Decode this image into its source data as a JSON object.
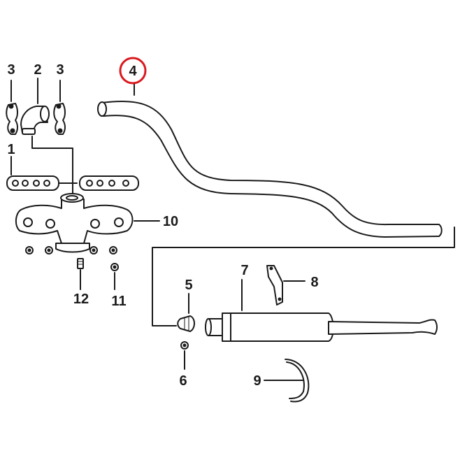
{
  "labels": {
    "l1": "1",
    "l2": "2",
    "l3a": "3",
    "l3b": "3",
    "l4": "4",
    "l5": "5",
    "l6": "6",
    "l7": "7",
    "l8": "8",
    "l9": "9",
    "l10": "10",
    "l11": "11",
    "l12": "12"
  },
  "highlight": {
    "part": "4",
    "color": "#d9191e"
  }
}
